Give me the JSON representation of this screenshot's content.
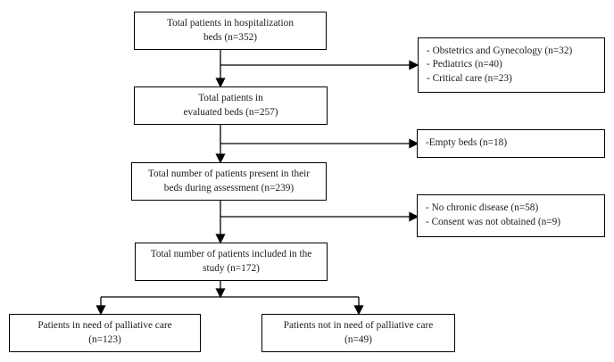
{
  "flow": {
    "main_boxes": [
      {
        "label": "Total patients in hospitalization\nbeds (n=352)"
      },
      {
        "label": "Total patients in\nevaluated beds (n=257)"
      },
      {
        "label": "Total number of patients present in their\nbeds during assessment (n=239)"
      },
      {
        "label": "Total number of patients included in the\nstudy (n=172)"
      }
    ],
    "exclusion_boxes": [
      {
        "label": "- Obstetrics and Gynecology (n=32)\n- Pediatrics (n=40)\n- Critical care (n=23)"
      },
      {
        "label": "-Empty beds (n=18)"
      },
      {
        "label": "- No chronic disease (n=58)\n- Consent was not obtained (n=9)"
      }
    ],
    "outcome_boxes": [
      {
        "label": "Patients in need of palliative care\n(n=123)"
      },
      {
        "label": "Patients not in need of palliative care\n(n=49)"
      }
    ],
    "counts": {
      "hospitalization_beds": 352,
      "evaluated_beds": 257,
      "present_during_assessment": 239,
      "included_in_study": 172,
      "need_palliative_care": 123,
      "not_need_palliative_care": 49,
      "excluded_obstetrics_gynecology": 32,
      "excluded_pediatrics": 40,
      "excluded_critical_care": 23,
      "excluded_empty_beds": 18,
      "excluded_no_chronic_disease": 58,
      "excluded_consent_not_obtained": 9
    },
    "colors": {
      "line": "#000000",
      "text": "#1c1c1c",
      "background": "#ffffff"
    }
  }
}
